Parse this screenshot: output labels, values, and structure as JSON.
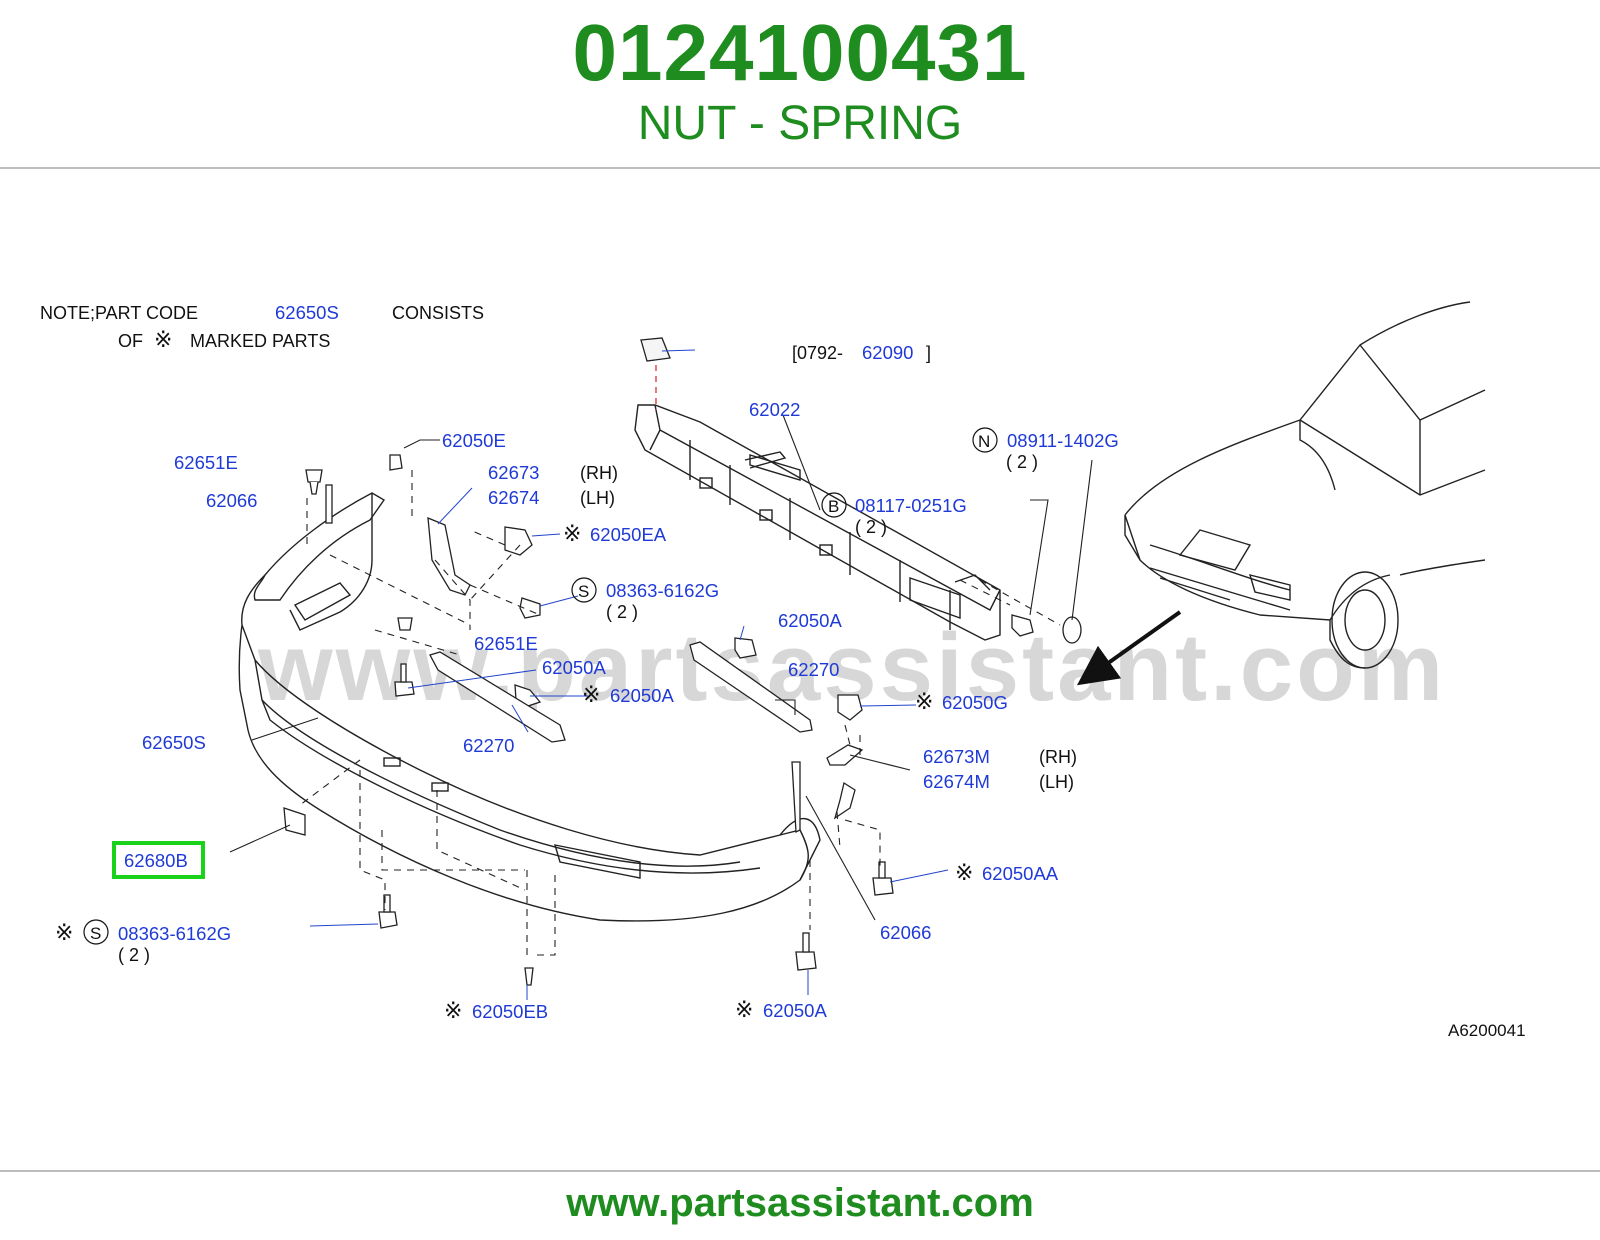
{
  "header": {
    "part_number": "0124100431",
    "part_name": "NUT - SPRING"
  },
  "footer": {
    "url": "www.partsassistant.com"
  },
  "watermark": "www.partsassistant.com",
  "colors": {
    "brand_green": "#1e8c1e",
    "label_blue": "#1f3ad6",
    "highlight": "#19d219"
  },
  "diagram": {
    "note_line1": "NOTE;PART   CODE",
    "note_code": "62650S",
    "note_consists": "CONSISTS",
    "note_of": "OF",
    "note_marked": "MARKED   PARTS",
    "ref_open": "[0792-",
    "ref_code": "62090",
    "ref_close": "]",
    "drawing_id": "A6200041",
    "highlighted": "62680B",
    "labels": {
      "p62022": "62022",
      "p62050E": "62050E",
      "p62651E_top": "62651E",
      "p62066_top": "62066",
      "p62673": "62673",
      "p62674": "62674",
      "rh1": "(RH)",
      "lh1": "(LH)",
      "p62050EA": "62050EA",
      "p08911": "08911-1402G",
      "q08911": "( 2 )",
      "p08117": "08117-0251G",
      "q08117": "( 2 )",
      "p08363_mid": "08363-6162G",
      "q08363_mid": "( 2 )",
      "p62651E_mid": "62651E",
      "p62050A_r": "62050A",
      "p62270_r": "62270",
      "p62050A_mid": "62050A",
      "p62050A_mid2": "62050A",
      "p62050G": "62050G",
      "p62270_l": "62270",
      "p62650S": "62650S",
      "p62673M": "62673M",
      "p62674M": "62674M",
      "rh2": "(RH)",
      "lh2": "(LH)",
      "p62050AA": "62050AA",
      "p08363_bot": "08363-6162G",
      "q08363_bot": "( 2 )",
      "p62066_bot": "62066",
      "p62050EB": "62050EB",
      "p62050A_bot": "62050A"
    },
    "circled": {
      "n": "N",
      "b": "B",
      "s": "S"
    }
  }
}
